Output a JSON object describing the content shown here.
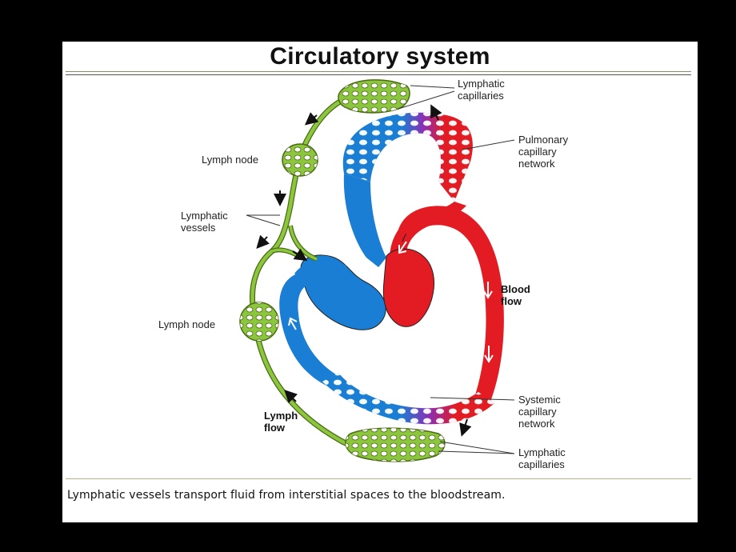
{
  "title": "Circulatory system",
  "caption": "Lymphatic vessels transport fluid from interstitial spaces to the bloodstream.",
  "labels": {
    "lymphatic_capillaries_top": [
      "Lymphatic",
      "capillaries"
    ],
    "pulmonary_network": [
      "Pulmonary",
      "capillary",
      "network"
    ],
    "lymph_node_upper": "Lymph node",
    "lymphatic_vessels": [
      "Lymphatic",
      "vessels"
    ],
    "blood_flow": [
      "Blood",
      "flow"
    ],
    "lymph_node_lower": "Lymph node",
    "systemic_network": [
      "Systemic",
      "capillary",
      "network"
    ],
    "lymph_flow": [
      "Lymph",
      "flow"
    ],
    "lymphatic_capillaries_bottom": [
      "Lymphatic",
      "capillaries"
    ]
  },
  "colors": {
    "oxygenated": "#e31b23",
    "deoxygenated": "#1a7fd4",
    "capillary_mix": "#8b2fb5",
    "lymph": "#8cc63f",
    "lymph_outline": "#4a6b12"
  }
}
